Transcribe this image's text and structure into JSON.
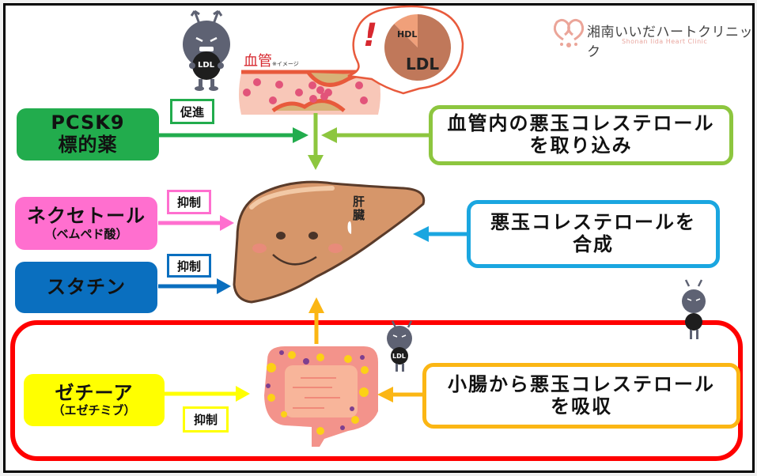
{
  "logo": {
    "name_jp": "湘南いいだハートクリニック",
    "name_en": "Shonan Iida Heart Clinic",
    "accent": "#e9a7a0"
  },
  "vessel": {
    "label": "血管",
    "note": "※イメージ",
    "label_color": "#d7282f"
  },
  "speech_bubble": {
    "exclamation": "!",
    "pie": {
      "slices": [
        {
          "label": "HDL",
          "fraction": 0.125,
          "color": "#f0a07a"
        },
        {
          "label": "LDL",
          "fraction": 0.875,
          "color": "#c0785a"
        }
      ]
    }
  },
  "ldl_character_label": "LDL",
  "liver_label": [
    "肝",
    "臓"
  ],
  "drugs": [
    {
      "id": "pcsk9",
      "lines": [
        "PCSK9",
        "標的薬"
      ],
      "color": "#22ac4d",
      "action": "促進",
      "action_color": "#22ac4d"
    },
    {
      "id": "nexletol",
      "lines": [
        "ネクセトール",
        "（ベムペド酸）"
      ],
      "color": "#ff6fcf",
      "action": "抑制",
      "action_color": "#ff6fcf"
    },
    {
      "id": "statin",
      "lines": [
        "スタチン"
      ],
      "color": "#0a6fbf",
      "action": "抑制",
      "action_color": "#0a6fbf"
    },
    {
      "id": "zetia",
      "lines": [
        "ゼチーア",
        "（エゼチミブ）"
      ],
      "color": "#ffff00",
      "action": "抑制",
      "action_color": "#ffff00"
    }
  ],
  "processes": [
    {
      "id": "uptake",
      "lines": [
        "血管内の悪玉コレステロール",
        "を取り込み"
      ],
      "color": "#8dc63f"
    },
    {
      "id": "synthesis",
      "lines": [
        "悪玉コレステロールを",
        "合成"
      ],
      "color": "#1aa6e0"
    },
    {
      "id": "absorption",
      "lines": [
        "小腸から悪玉コレステロール",
        "を吸収"
      ],
      "color": "#fbb614"
    }
  ],
  "highlight_color": "#ff0000"
}
